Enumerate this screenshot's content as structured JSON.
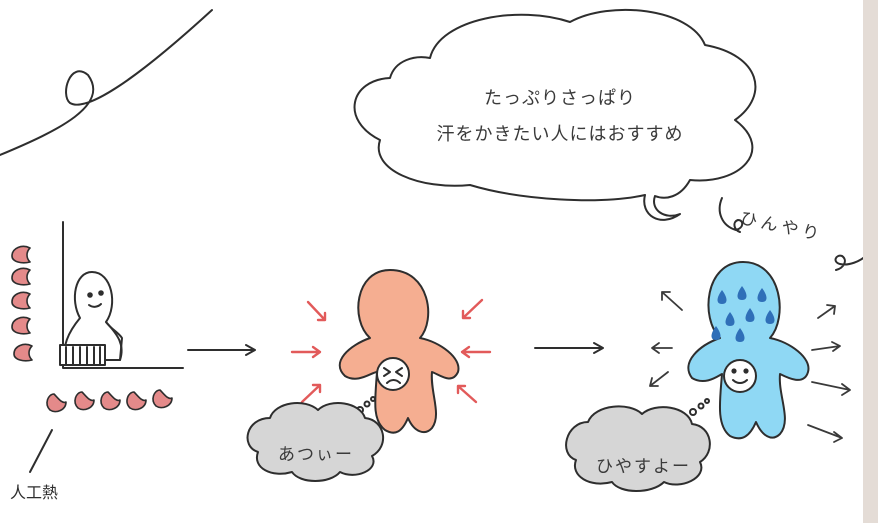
{
  "speech_bubble": {
    "line1": "たっぷりさっぱり",
    "line2": "汗をかきたい人にはおすすめ"
  },
  "heat_label": "人工熱",
  "thought_hot": "あつぃー",
  "thought_cool": "ひやすよー",
  "cool_exclaim": "ひんやり",
  "colors": {
    "hot_body": "#f5ae91",
    "cool_body": "#8fd8f4",
    "sweat_drop": "#2f6fb8",
    "hot_arrow": "#e25a5a",
    "flame": "#e48a8a",
    "cloud": "#d6d6d6",
    "sidebar": "#e4dcd6",
    "ink": "#2e2e2e"
  }
}
